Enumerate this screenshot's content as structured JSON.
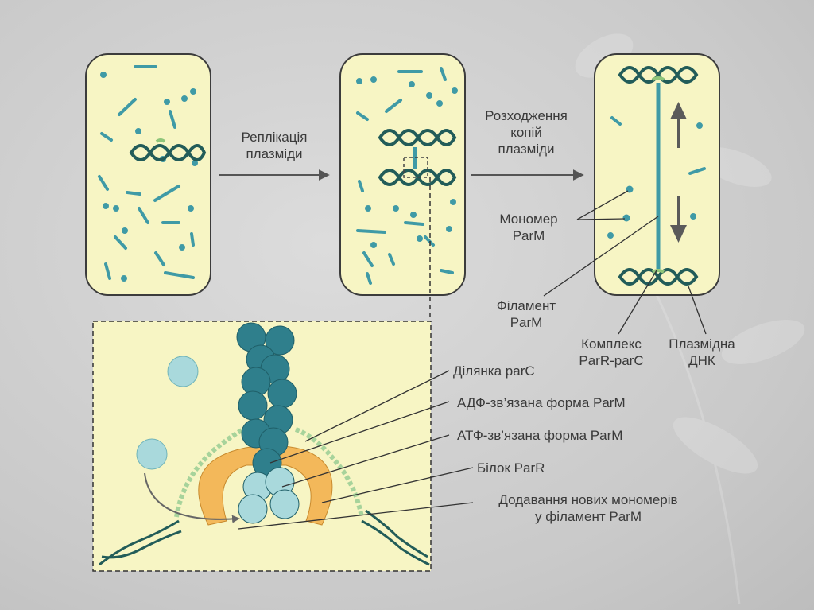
{
  "labels": {
    "replication": [
      "Реплікація",
      "плазміди"
    ],
    "segregation": [
      "Розходження",
      "копій",
      "плазміди"
    ],
    "monomer": [
      "Мономер",
      "ParM"
    ],
    "filament": [
      "Філамент",
      "ParM"
    ],
    "complex": [
      "Комплекс",
      "ParR-parC"
    ],
    "plasmid_dna": [
      "Плазмідна",
      "ДНК"
    ],
    "parc_site": "Ділянка parC",
    "adp_form": "АДФ-зв’язана форма ParM",
    "atp_form": "АТФ-зв’язана форма ParM",
    "parr_protein": "Білок ParR",
    "new_monomers": [
      "Додавання нових мономерів",
      "у філамент ParM"
    ]
  },
  "colors": {
    "cell_fill": "#f7f5c4",
    "cell_stroke": "#3c3c3c",
    "dna_dark": "#225c59",
    "filament_teal": "#3f9aa6",
    "bead_dark": "#2f7f8c",
    "bead_light": "#a9d9dc",
    "parr_orange": "#f3b85a",
    "dna_light": "#a7d39b",
    "arrow_gray": "#5a5a5a"
  }
}
